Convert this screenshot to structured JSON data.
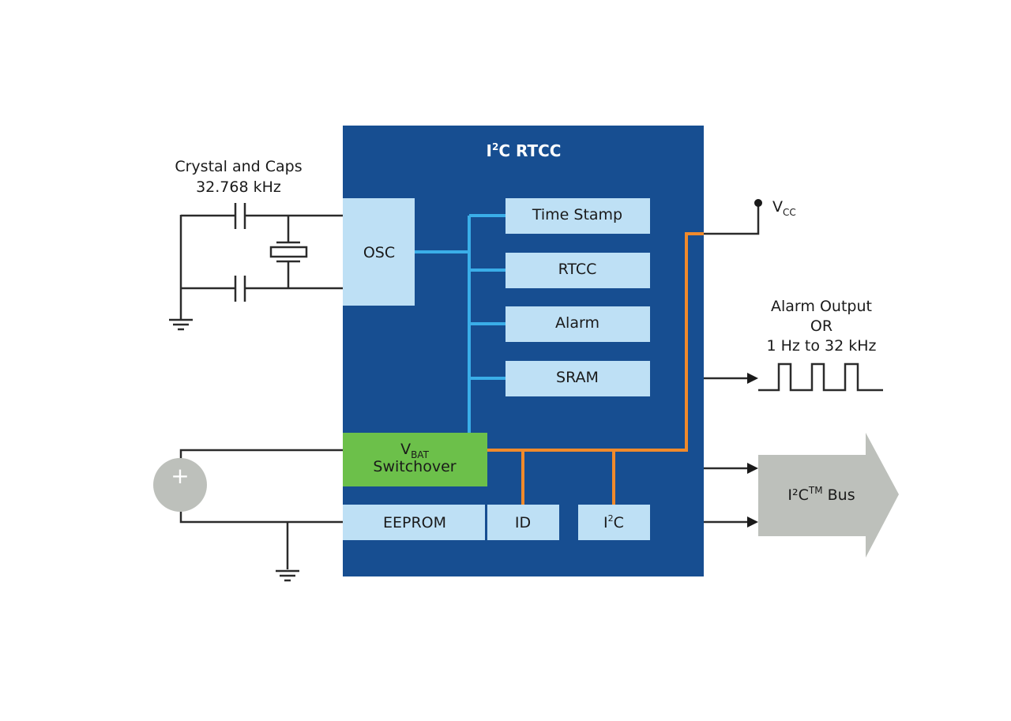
{
  "colors": {
    "chip": "#174e91",
    "block": "#bee0f5",
    "vbat_block": "#6cc04a",
    "clock_bus": "#3aaee8",
    "power_bus": "#f08a2c",
    "io_bus_arrow": "#bdc0bb",
    "battery": "#bdc0bb"
  },
  "chip": {
    "title_main": "I",
    "title_sup": "2",
    "title_rest": "C RTCC"
  },
  "crystal": {
    "label_line1": "Crystal and Caps",
    "label_line2": "32.768 kHz"
  },
  "blocks": {
    "osc": "OSC",
    "time_stamp": "Time Stamp",
    "rtcc": "RTCC",
    "alarm": "Alarm",
    "sram": "SRAM",
    "vbat_main": "V",
    "vbat_sub": "BAT",
    "vbat_line2": "Switchover",
    "eeprom": "EEPROM",
    "id": "ID",
    "i2c_main": "I",
    "i2c_sup": "2",
    "i2c_rest": "C"
  },
  "vcc": {
    "main": "V",
    "sub": "CC"
  },
  "alarm_output": {
    "line1": "Alarm Output",
    "line2": "OR",
    "line3": "1 Hz to 32 kHz"
  },
  "bus": {
    "main": "I²C",
    "sup": "TM",
    "rest": " Bus"
  },
  "battery": {
    "symbol": "+"
  }
}
